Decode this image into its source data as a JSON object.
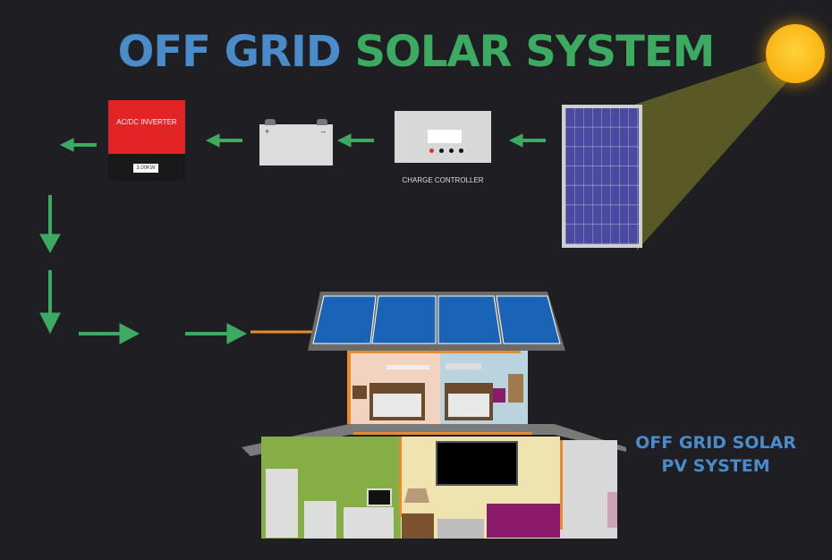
{
  "title": {
    "part1": "OFF GRID",
    "part2": "SOLAR SYSTEM",
    "part1_color": "#4a8cc9",
    "part2_color": "#3daa62"
  },
  "components": {
    "inverter": {
      "label": "AC/DC INVERTER",
      "rating": "3.00KW",
      "color": "#e32424"
    },
    "battery": {
      "positive": "+",
      "negative": "–"
    },
    "charge_controller": {
      "label": "CHARGE CONTROLLER"
    },
    "solar_panel": {
      "name": "solar-panel"
    },
    "sun": {
      "name": "sun"
    }
  },
  "flow": {
    "arrow_color": "#3daa62",
    "wire_color": "#e88a2e",
    "sequence": [
      "sun",
      "solar panel",
      "charge controller",
      "battery",
      "inverter",
      "house"
    ]
  },
  "house": {
    "label_line1": "OFF GRID SOLAR",
    "label_line2": "PV SYSTEM",
    "rooms": [
      "bedroom 1",
      "bedroom 2",
      "kitchen",
      "living room",
      "bathroom"
    ],
    "roof_panels": 4
  }
}
